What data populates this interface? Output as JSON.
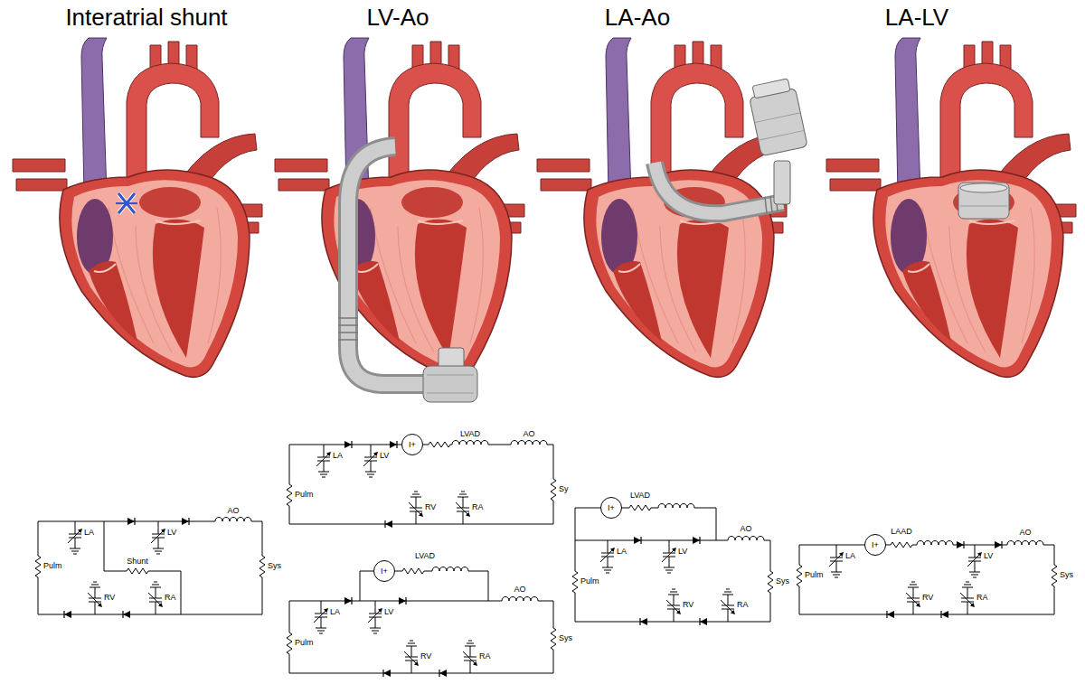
{
  "diagram": {
    "nodes": [
      {
        "text": [
          "I+"
        ]
      },
      {
        "text": [
          "I+"
        ]
      },
      {
        "text": [
          "I+"
        ]
      },
      {
        "text": [
          "I+"
        ]
      }
    ],
    "labels": [
      "Interatrial shunt",
      "LV-Ao",
      "LA-Ao",
      "LA-LV",
      "LA",
      "LV",
      "AO",
      "Pulm",
      "Shunt",
      "Sys",
      "RV",
      "RA",
      "LVAD",
      "LA",
      "LV",
      "AO",
      "Pulm",
      "Sy",
      "RV",
      "RA",
      "LVAD",
      "LA",
      "LV",
      "AO",
      "Pulm",
      "Sys",
      "RV",
      "RA",
      "LVAD",
      "AO",
      "LA",
      "LV",
      "Pulm",
      "Sys",
      "RV",
      "RA",
      "LAAD",
      "LA",
      "LV",
      "AO",
      "Pulm",
      "Sys",
      "RV",
      "RA"
    ]
  }
}
